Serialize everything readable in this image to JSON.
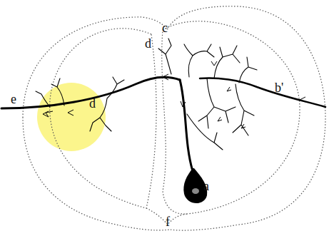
{
  "diagram": {
    "labels": [
      "c",
      "d",
      "b'",
      "e",
      "d",
      "a",
      "f"
    ]
  }
}
